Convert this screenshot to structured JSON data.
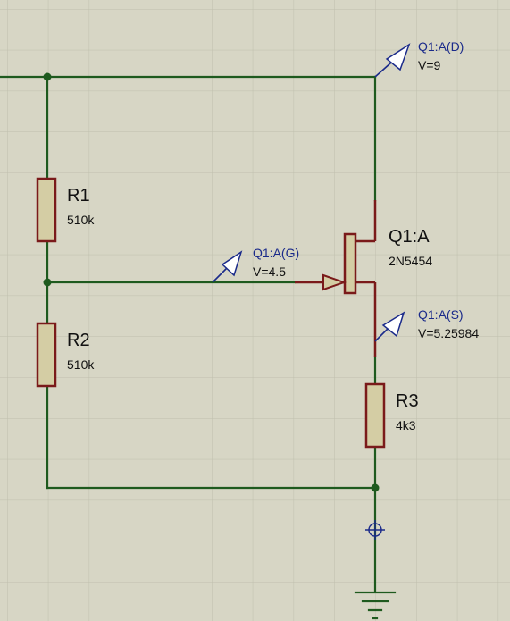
{
  "components": {
    "r1": {
      "ref": "R1",
      "value": "510k"
    },
    "r2": {
      "ref": "R2",
      "value": "510k"
    },
    "r3": {
      "ref": "R3",
      "value": "4k3"
    },
    "q1": {
      "ref": "Q1:A",
      "part": "2N5454"
    }
  },
  "probes": {
    "drain": {
      "label": "Q1:A(D)",
      "voltage": "V=9"
    },
    "gate": {
      "label": "Q1:A(G)",
      "voltage": "V=4.5"
    },
    "source": {
      "label": "Q1:A(S)",
      "voltage": "V=5.25984"
    }
  },
  "colors": {
    "background": "#d7d6c5",
    "grid": "#bfbfad",
    "wire": "#1e5a1e",
    "component_outline": "#7a1a1a",
    "component_fill": "#d4cda4",
    "probe": "#1a2a8a"
  }
}
